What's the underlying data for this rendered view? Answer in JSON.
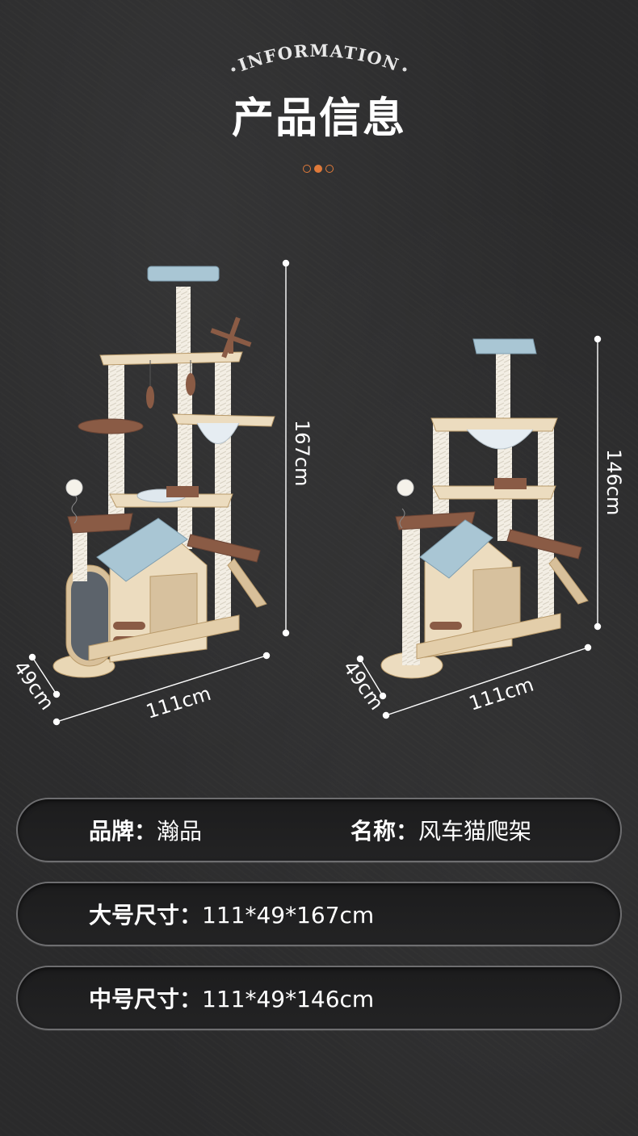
{
  "header": {
    "eyebrow": "INFORMATION",
    "title": "产品信息",
    "accent_color": "#e07a3a"
  },
  "illustration": {
    "large": {
      "height": "167cm",
      "depth": "49cm",
      "width": "111cm"
    },
    "medium": {
      "height": "146cm",
      "depth": "49cm",
      "width": "111cm"
    }
  },
  "specs": {
    "brand_label": "品牌：",
    "brand_value": "瀚品",
    "name_label": "名称：",
    "name_value": "风车猫爬架",
    "large_label": "大号尺寸：",
    "large_value": "111*49*167cm",
    "medium_label": "中号尺寸：",
    "medium_value": "111*49*146cm"
  }
}
